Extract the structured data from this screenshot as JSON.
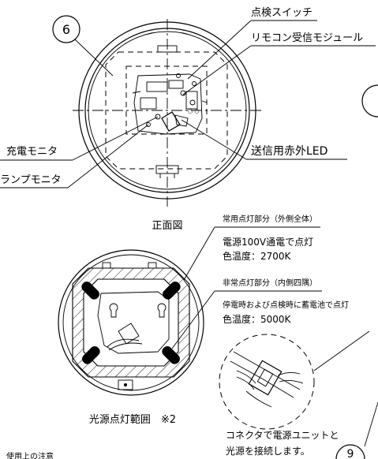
{
  "callouts": {
    "top_left": "6",
    "bottom_right": "9"
  },
  "front_view": {
    "inspection_switch": "点検スイッチ",
    "remote_module": "リモコン受信モジュール",
    "charge_monitor": "充電モニタ",
    "lamp_monitor": "ランプモニタ",
    "ir_led": "送信用赤外LED",
    "caption": "正面図"
  },
  "lighting_range": {
    "normal_title": "常用点灯部分（外側全体）",
    "normal_line1": "電源100V通電で点灯",
    "normal_line2": "色温度：2700K",
    "emergency_title": "非常点灯部分（内側四隅）",
    "emergency_line1": "停電時および点検時に蓄電池で点灯",
    "emergency_line2": "色温度：5000K",
    "caption": "光源点灯範囲　※2"
  },
  "connector_detail": {
    "line1": "コネクタで電源ユニットと",
    "line2": "光源を接続します。"
  },
  "footer": {
    "note": "使用上の注意"
  }
}
